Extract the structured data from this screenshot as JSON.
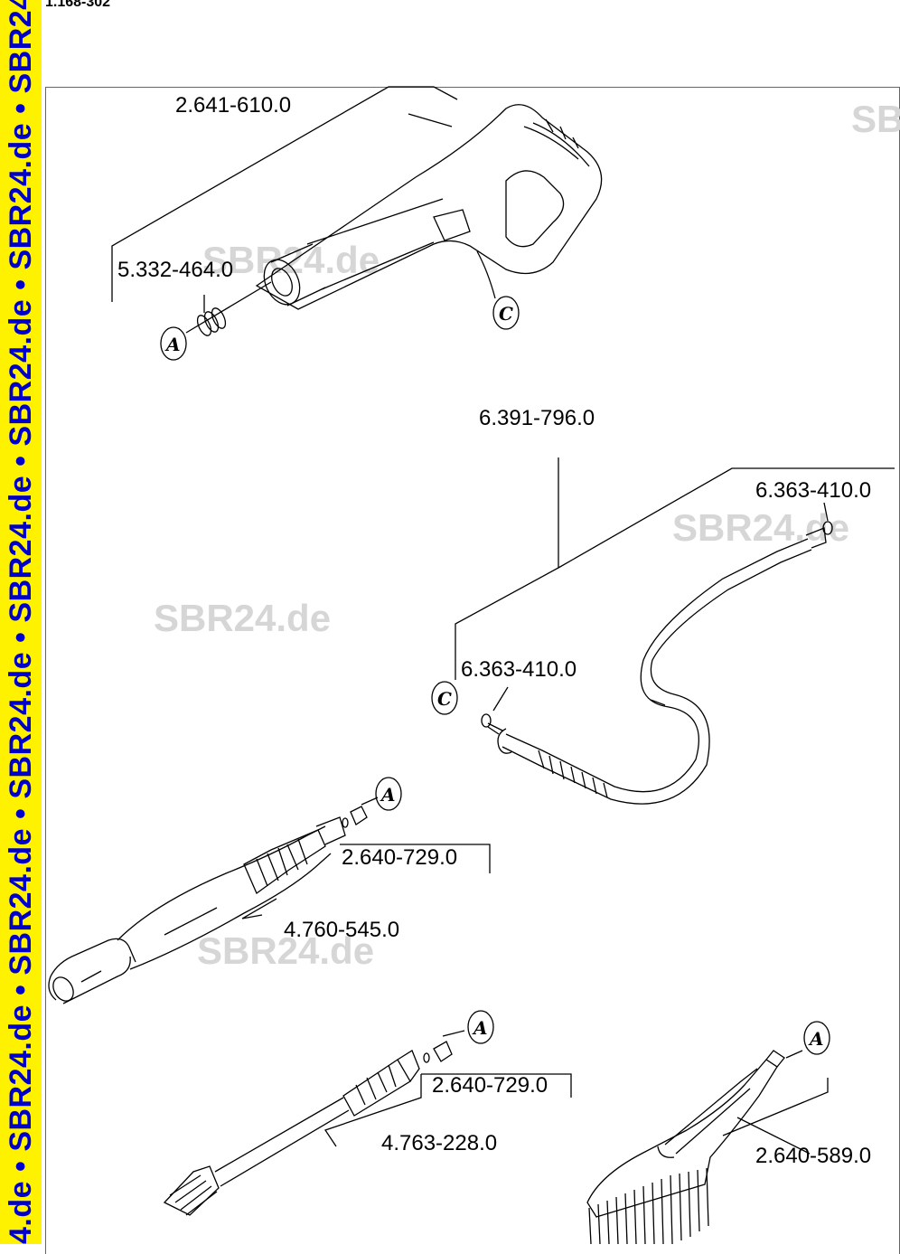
{
  "doc_code": "1.168-302",
  "sidebar": {
    "text": "4.de • SBR24.de • SBR24.de • SBR24.de • SBR24.de • SBR24.de • SBR24.de • SBR24.de • SBI"
  },
  "watermarks": [
    "SB",
    "SBR24.de",
    "SBR24.de",
    "SBR24.de",
    "SBR24.de"
  ],
  "parts": [
    "2.641-610.0",
    "5.332-464.0",
    "6.391-796.0",
    "6.363-410.0",
    "6.363-410.0",
    "2.640-729.0",
    "4.760-545.0",
    "2.640-729.0",
    "4.763-228.0",
    "2.640-589.0"
  ],
  "refs": [
    "A",
    "C",
    "C",
    "A",
    "A",
    "A"
  ]
}
